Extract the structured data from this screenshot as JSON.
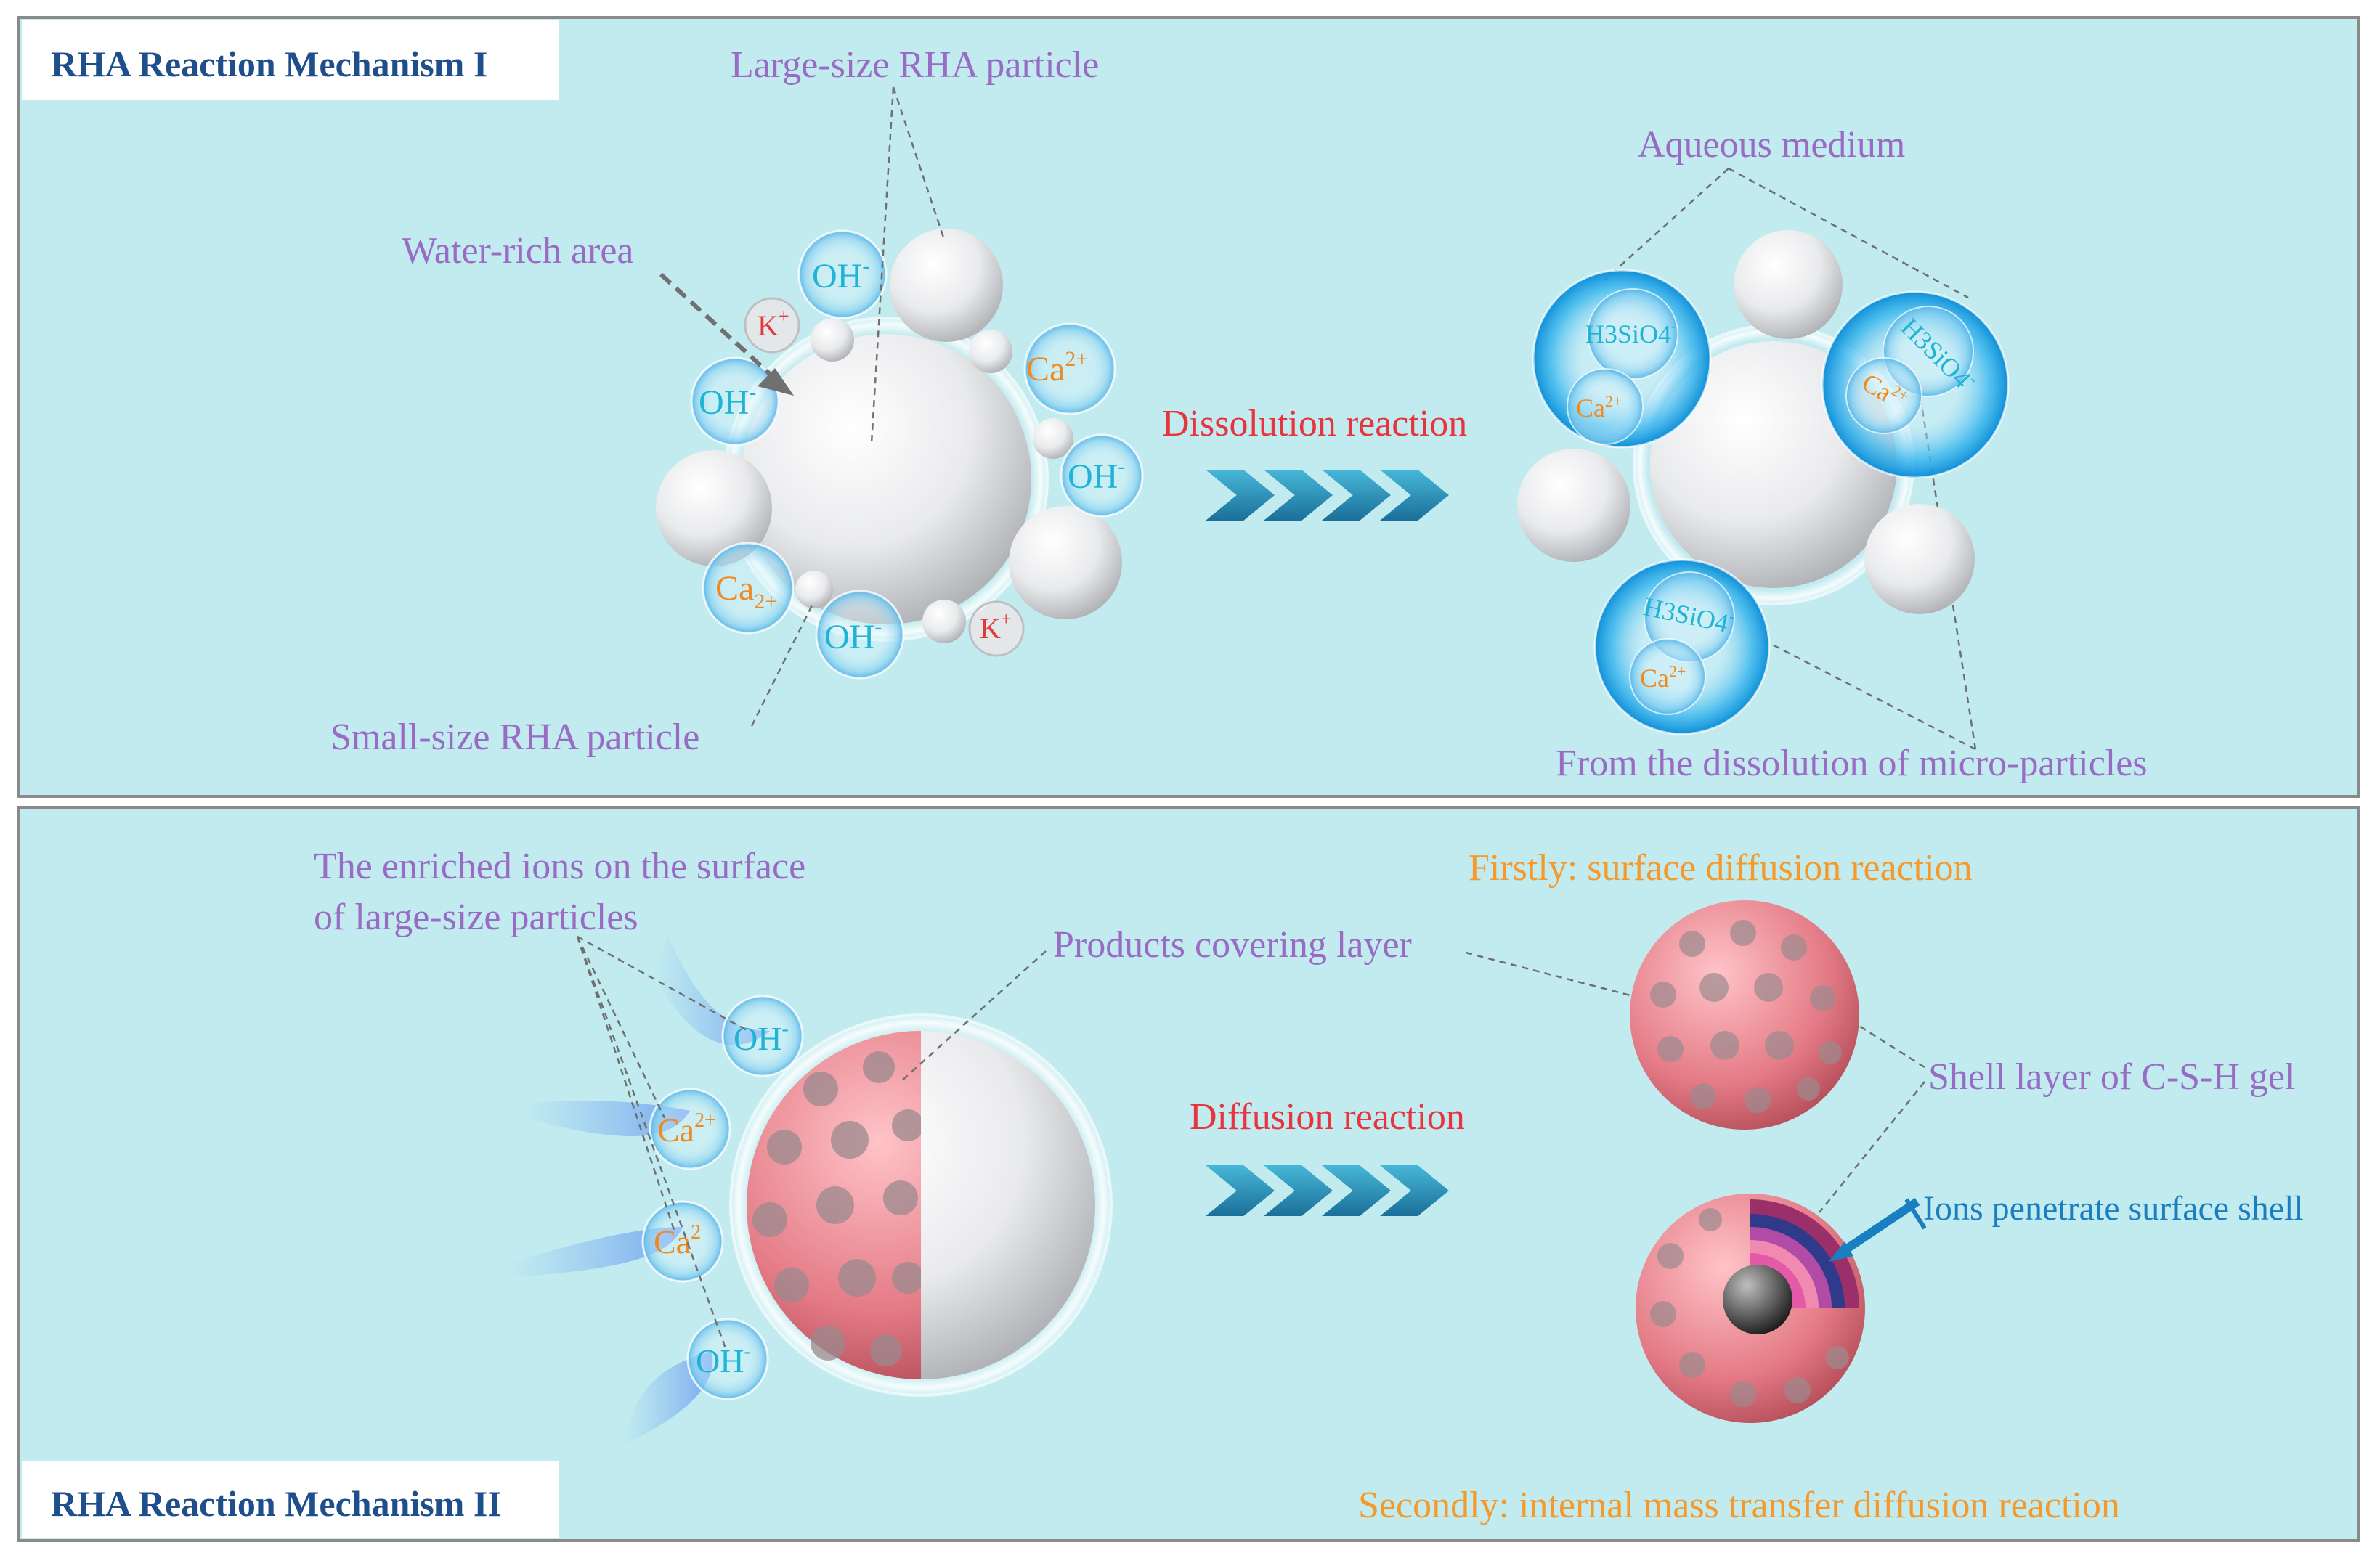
{
  "panel1": {
    "title": "RHA Reaction Mechanism I",
    "labels": {
      "large_particle": "Large-size RHA particle",
      "water_rich": "Water-rich area",
      "small_particle": "Small-size RHA particle",
      "aqueous": "Aqueous medium",
      "from_dissolution": "From the dissolution of micro-particles",
      "reaction": "Dissolution reaction"
    },
    "ions_left": [
      "OH",
      "K",
      "Ca",
      "OH",
      "OH",
      "Ca",
      "OH",
      "K"
    ],
    "ion_charges_left": [
      "-",
      "+",
      "2+",
      "-",
      "-",
      "2+",
      "-",
      "+"
    ],
    "silicate": "H3SiO4",
    "silicate_sup": "-",
    "calcium": "Ca",
    "calcium_sup": "2+"
  },
  "panel2": {
    "title": "RHA Reaction Mechanism II",
    "labels": {
      "enriched_1": "The enriched ions on the surface",
      "enriched_2": "of large-size particles",
      "covering": "Products covering layer",
      "reaction": "Diffusion reaction",
      "firstly": "Firstly: surface diffusion reaction",
      "shell": "Shell layer of C-S-H gel",
      "penetrate": "Ions penetrate surface shell",
      "secondly": "Secondly: internal mass transfer diffusion reaction"
    },
    "tail_ions": [
      "OH",
      "Ca",
      "Ca",
      "OH"
    ],
    "tail_charges": [
      "-",
      "2+",
      "2",
      "-"
    ]
  },
  "colors": {
    "background": "#c1ebef",
    "title": "#1f4e8c",
    "purple_label": "#9a6bc4",
    "red_label": "#e8343f",
    "orange_label": "#f59a2a",
    "ion_cyan": "#1fb4d6",
    "ion_orange": "#f08a1e",
    "ion_red": "#e33a3a",
    "blue_label": "#1a7fc0",
    "csh_pink": "#e47b86"
  }
}
